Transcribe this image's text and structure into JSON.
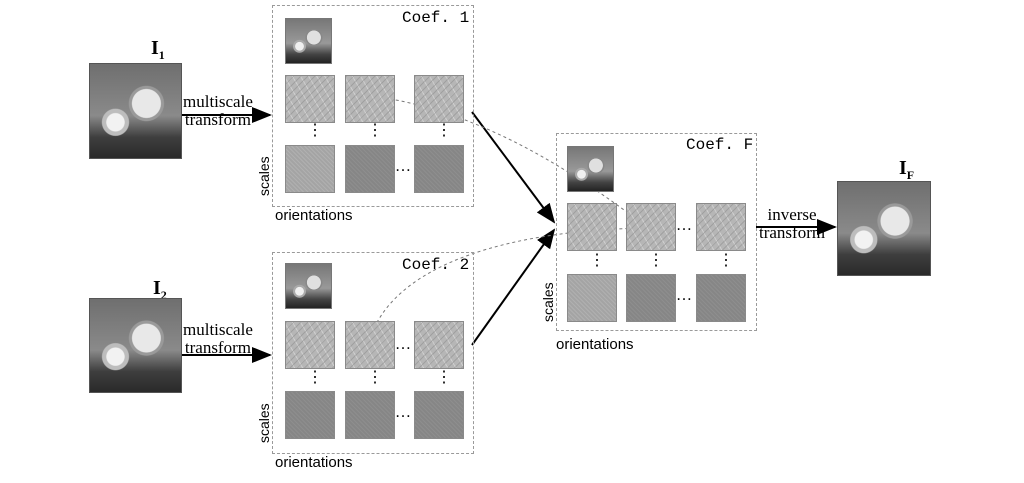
{
  "inputs": {
    "i1": {
      "symbol": "I",
      "sub": "1"
    },
    "i2": {
      "symbol": "I",
      "sub": "2"
    }
  },
  "output": {
    "symbol": "I",
    "sub": "F"
  },
  "labels": {
    "multiscale": "multiscale",
    "transform": "transform",
    "inverse": "inverse",
    "inverse_transform": "transform"
  },
  "coef_boxes": {
    "c1": {
      "title": "Coef. 1",
      "scales": "scales",
      "orientations": "orientations"
    },
    "c2": {
      "title": "Coef. 2",
      "scales": "scales",
      "orientations": "orientations"
    },
    "cf": {
      "title": "Coef. F",
      "scales": "scales",
      "orientations": "orientations"
    }
  },
  "glyphs": {
    "hdots": "…",
    "vdots": "⋮"
  }
}
